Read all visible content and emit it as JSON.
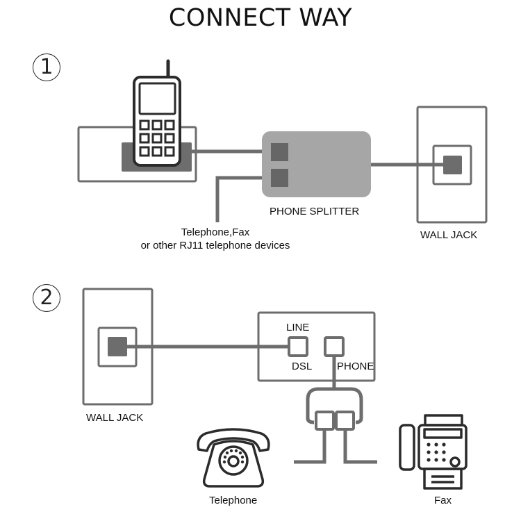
{
  "title": "CONNECT WAY",
  "steps": [
    {
      "number": "1",
      "labels": {
        "splitter": "PHONE SPLITTER",
        "wall_jack": "WALL JACK",
        "devices_line1": "Telephone,Fax",
        "devices_line2": "or other RJ11 telephone devices"
      },
      "components": [
        "cordless-phone-base",
        "phone-splitter",
        "wall-jack"
      ]
    },
    {
      "number": "2",
      "labels": {
        "wall_jack": "WALL JACK",
        "line": "LINE",
        "dsl": "DSL",
        "phone": "PHONE",
        "telephone": "Telephone",
        "fax": "Fax"
      },
      "components": [
        "wall-jack",
        "dsl-filter",
        "line-splitter",
        "telephone",
        "fax"
      ]
    }
  ],
  "colors": {
    "line": "#6d6d6d",
    "splitter_body": "#a6a6a6",
    "port": "#666666",
    "icon_stroke": "#2b2b2b"
  }
}
